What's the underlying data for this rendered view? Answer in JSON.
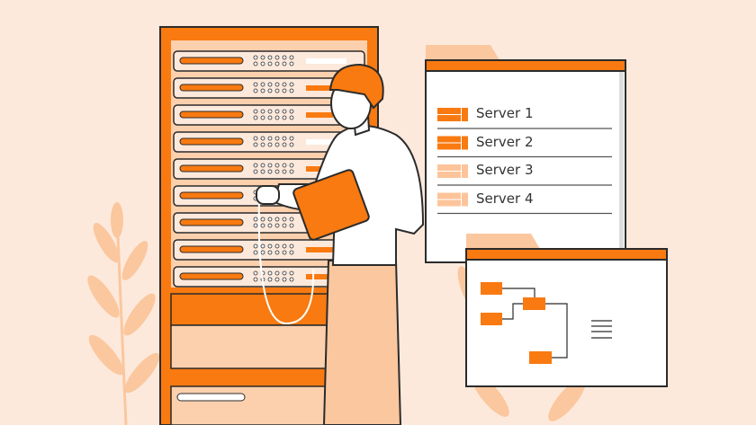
{
  "colors": {
    "background": "#fde9dc",
    "accent": "#f97a10",
    "accent_light": "#fdc49a",
    "outline": "#2b2b2b"
  },
  "server_list": {
    "items": [
      {
        "label": "Server 1",
        "status": "active"
      },
      {
        "label": "Server 2",
        "status": "active"
      },
      {
        "label": "Server 3",
        "status": "inactive"
      },
      {
        "label": "Server 4",
        "status": "inactive"
      }
    ]
  }
}
